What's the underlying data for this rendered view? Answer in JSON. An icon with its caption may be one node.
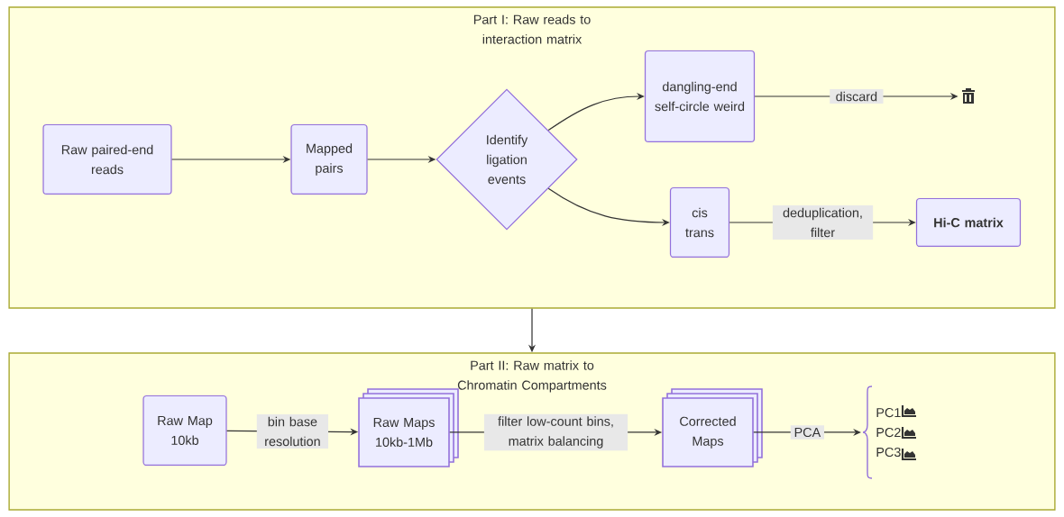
{
  "diagram": {
    "nodes": [
      {
        "text": [
          "Part I: Raw reads to interaction matrix"
        ]
      },
      {
        "text": [
          "Raw paired-end reads"
        ],
        "in": 0
      },
      {
        "text": [
          "Mapped pairs"
        ],
        "in": 0
      },
      {
        "text": [
          "Identify ligation events"
        ],
        "in": 0
      },
      {
        "text": [
          "dangling-end self-circle weird"
        ],
        "in": 0
      },
      {
        "text": [],
        "shape": "picture",
        "in": 0
      },
      {
        "text": [
          "cis trans"
        ],
        "in": 0
      },
      {
        "text": [
          "Hi-C matrix"
        ],
        "in": 0
      },
      {
        "text": [
          "Part II: Raw matrix to Chromatin Compartments"
        ]
      },
      {
        "text": [
          "Raw Map 10kb"
        ],
        "in": 8
      },
      {
        "text": [
          "Raw Maps 10kb-1Mb"
        ],
        "in": 8
      },
      {
        "text": [
          "Corrected Maps"
        ],
        "in": 8
      },
      {
        "text": [
          "PC1",
          "PC2",
          "PC3"
        ],
        "in": 8
      }
    ],
    "edges": [
      {
        "from": 1,
        "to": 2,
        "arrow": "to"
      },
      {
        "from": 2,
        "to": 3,
        "arrow": "to"
      },
      {
        "from": 3,
        "to": 4,
        "arrow": "to"
      },
      {
        "from": 4,
        "to": 5,
        "arrow": "to",
        "label": "discard"
      },
      {
        "from": 3,
        "to": 6,
        "arrow": "to"
      },
      {
        "from": 6,
        "to": 7,
        "arrow": "to",
        "label": "deduplication, filter"
      },
      {
        "from": 0,
        "to": 8,
        "arrow": "to"
      },
      {
        "from": 9,
        "to": 10,
        "arrow": "to",
        "label": "bin base resolution"
      },
      {
        "from": 10,
        "to": 11,
        "arrow": "to",
        "label": "filter low-count bins, matrix balancing"
      },
      {
        "from": 11,
        "to": 12,
        "arrow": "to",
        "label": "PCA"
      }
    ]
  }
}
